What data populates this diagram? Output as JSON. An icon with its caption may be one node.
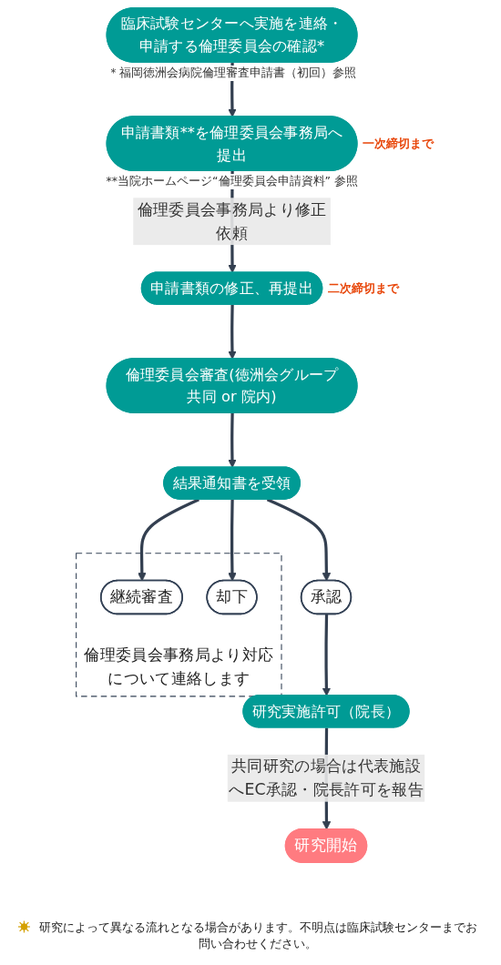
{
  "diagram": {
    "nodes": [
      {
        "text": [
          "臨床試験センターへ実施を連絡・申請する倫理委員会の確認*"
        ],
        "beside": [
          "＊福岡徳洲会病院倫理審査申請書（初回）参照"
        ]
      },
      {
        "text": [
          "申請書類**を倫理委員会事務局へ提出"
        ],
        "beside": [
          "一次締切まで",
          "**当院ホームページ“倫理委員会申請資料” 参照"
        ]
      },
      {
        "text": [
          "申請書類の修正、再提出"
        ],
        "beside": [
          "二次締切まで"
        ]
      },
      {
        "text": [
          "倫理委員会審査(徳洲会グループ共同 or 院内)"
        ]
      },
      {
        "text": [
          "結果通知書を受領"
        ]
      },
      {
        "text": [
          "承認"
        ]
      },
      {
        "text": [
          "倫理委員会事務局より対応について連絡します"
        ]
      },
      {
        "text": [
          "継続審査"
        ],
        "in": 6
      },
      {
        "text": [
          "却下"
        ],
        "in": 6
      },
      {
        "text": [
          "研究実施許可（院長）"
        ]
      },
      {
        "text": [
          "研究開始"
        ]
      }
    ],
    "edges": [
      {
        "from": 0,
        "to": 1,
        "arrow": "to"
      },
      {
        "from": 1,
        "to": 2,
        "arrow": "to",
        "label": "倫理委員会事務局より修正依頼"
      },
      {
        "from": 2,
        "to": 3,
        "arrow": "to"
      },
      {
        "from": 3,
        "to": 4,
        "arrow": "to"
      },
      {
        "from": 4,
        "to": 5,
        "arrow": "to"
      },
      {
        "from": 4,
        "to": 7,
        "arrow": "to"
      },
      {
        "from": 4,
        "to": 8,
        "arrow": "to"
      },
      {
        "from": 5,
        "to": 9,
        "arrow": "to"
      },
      {
        "from": 9,
        "to": 10,
        "arrow": "to",
        "label": "共同研究の場合は代表施設へEC承認・院長許可を報告"
      }
    ],
    "caption": "研究によって異なる流れとなる場合があります。不明点は臨床試験センターまでお問い合わせください。"
  }
}
